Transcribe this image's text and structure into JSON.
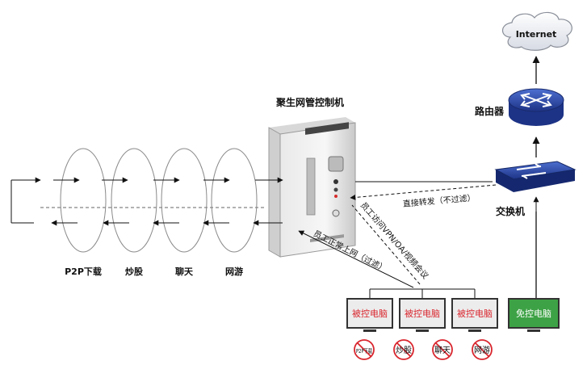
{
  "title": "聚生网管控制机",
  "internet": "Internet",
  "router": "路由器",
  "switch": "交换机",
  "filters": [
    "P2P下载",
    "炒股",
    "聊天",
    "网游"
  ],
  "edge_labels": {
    "direct": "直接转发（不过滤）",
    "vpn": "员工访问VPN/OA/视频会议",
    "normal": "员工正常上网（过滤）"
  },
  "controlled_pc": "被控电脑",
  "free_pc": "免控电脑",
  "blocked": [
    "P2P下载",
    "炒股",
    "聊天",
    "网游"
  ],
  "colors": {
    "controlled_text": "#d9262e",
    "free_bg": "#3da245",
    "device_blue": "#2f4fa8"
  }
}
